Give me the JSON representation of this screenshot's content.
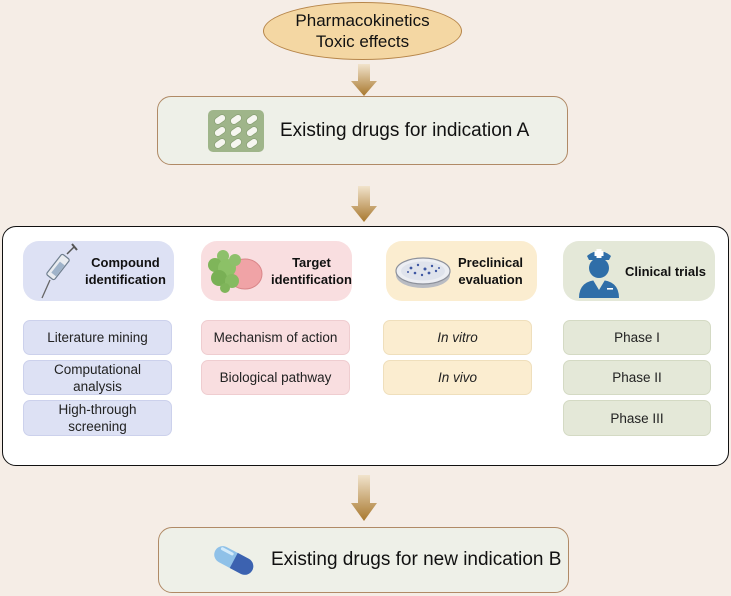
{
  "top_oval": {
    "line1": "Pharmacokinetics",
    "line2": "Toxic effects"
  },
  "existing_drugs": {
    "label": "Existing drugs for indication A"
  },
  "new_indication": {
    "label": "Existing drugs for new indication B"
  },
  "columns": [
    {
      "title_line1": "Compound",
      "title_line2": "identification",
      "items": [
        [
          "Literature mining"
        ],
        [
          "Computational",
          "analysis"
        ],
        [
          "High-through",
          "screening"
        ]
      ]
    },
    {
      "title_line1": "Target",
      "title_line2": "identification",
      "items": [
        [
          "Mechanism of action"
        ],
        [
          "Biological pathway"
        ]
      ]
    },
    {
      "title_line1": "Preclinical",
      "title_line2": "evaluation",
      "items": [
        [
          "In vitro"
        ],
        [
          "In vivo"
        ]
      ]
    },
    {
      "title_line1": "Clinical trials",
      "title_line2": "",
      "items": [
        [
          "Phase I"
        ],
        [
          "Phase II"
        ],
        [
          "Phase III"
        ]
      ]
    }
  ],
  "colors": {
    "background": "#f5ede6",
    "oval_fill": "#f4d7a3",
    "arrow": "#b88a3a",
    "compound": "#dde1f4",
    "target": "#f9dee0",
    "preclinical": "#fbedd0",
    "clinical": "#e4e8d8"
  },
  "icons": [
    "pill-blister-icon",
    "capsule-icon",
    "syringe-icon",
    "cells-icon",
    "petri-dish-icon",
    "doctor-icon"
  ]
}
